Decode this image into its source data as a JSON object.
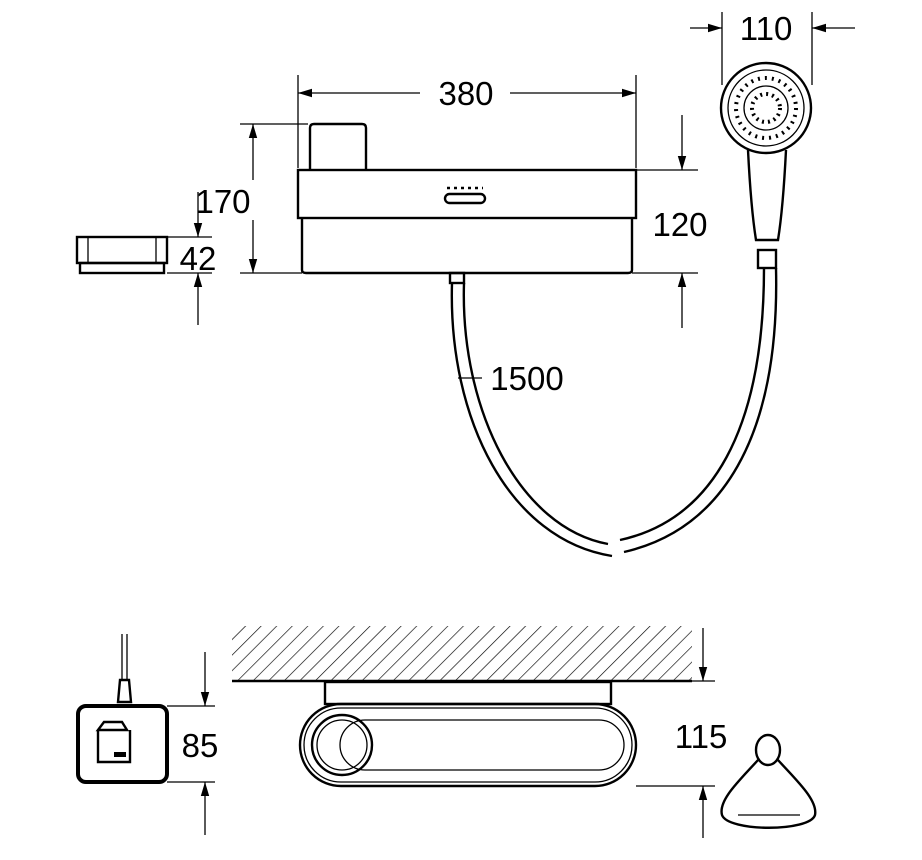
{
  "drawing": {
    "dimensions": {
      "head_diameter": "110",
      "width": "380",
      "total_height": "170",
      "body_height": "120",
      "shelf_height": "42",
      "hose_length": "1500",
      "control_depth": "85",
      "wall_projection": "115"
    },
    "colors": {
      "line": "#000000",
      "background": "#ffffff"
    }
  }
}
